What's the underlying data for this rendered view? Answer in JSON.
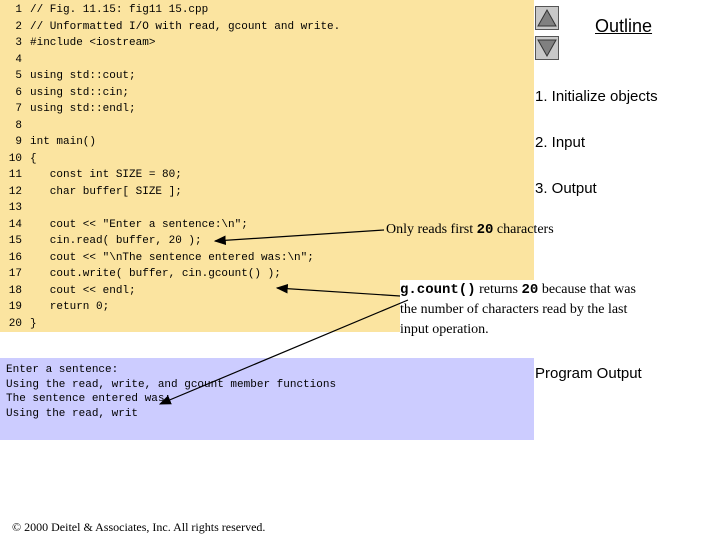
{
  "code": {
    "lines": [
      {
        "num": "1",
        "text": "// Fig. 11.15: fig11 15.cpp"
      },
      {
        "num": "2",
        "text": "// Unformatted I/O with read, gcount and write."
      },
      {
        "num": "3",
        "text": "#include <iostream>"
      },
      {
        "num": "4",
        "text": ""
      },
      {
        "num": "5",
        "text": "using std::cout;"
      },
      {
        "num": "6",
        "text": "using std::cin;"
      },
      {
        "num": "7",
        "text": "using std::endl;"
      },
      {
        "num": "8",
        "text": ""
      },
      {
        "num": "9",
        "text": "int main()"
      },
      {
        "num": "10",
        "text": "{"
      },
      {
        "num": "11",
        "text": "   const int SIZE = 80;"
      },
      {
        "num": "12",
        "text": "   char buffer[ SIZE ];"
      },
      {
        "num": "13",
        "text": ""
      },
      {
        "num": "14",
        "text": "   cout << \"Enter a sentence:\\n\";"
      },
      {
        "num": "15",
        "text": "   cin.read( buffer, 20 );"
      },
      {
        "num": "16",
        "text": "   cout << \"\\nThe sentence entered was:\\n\";"
      },
      {
        "num": "17",
        "text": "   cout.write( buffer, cin.gcount() );"
      },
      {
        "num": "18",
        "text": "   cout << endl;"
      },
      {
        "num": "19",
        "text": "   return 0;"
      },
      {
        "num": "20",
        "text": "}"
      }
    ]
  },
  "output": {
    "lines": [
      "Enter a sentence:",
      "Using the read, write, and gcount member functions",
      "The sentence entered was:",
      "Using the read, writ"
    ]
  },
  "outline": {
    "title": "Outline",
    "items": [
      "1. Initialize objects",
      "2. Input",
      "3. Output",
      "Program Output"
    ]
  },
  "nav": {
    "up_icon": "triangle-up-icon",
    "down_icon": "triangle-down-icon"
  },
  "callouts": {
    "read_note": {
      "prefix": "Only reads first ",
      "code": "20",
      "suffix": " characters"
    },
    "gcount_note": {
      "code": "g.count()",
      "part1": " returns ",
      "code2": "20",
      "part2": " because that was the number of characters read by the last input operation."
    }
  },
  "colors": {
    "code_bg": "#fbe4a0",
    "output_bg": "#ccccff"
  },
  "copyright": "© 2000 Deitel & Associates, Inc.  All rights reserved."
}
